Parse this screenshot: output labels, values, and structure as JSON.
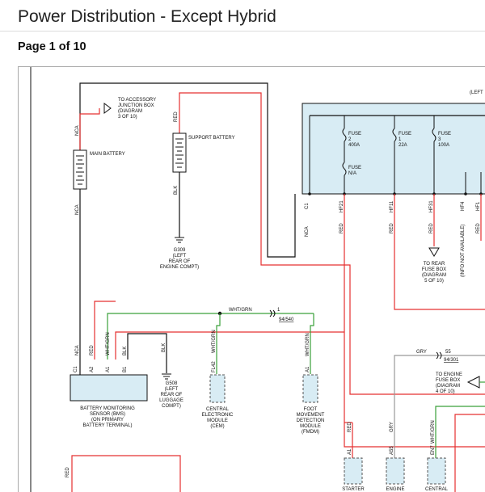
{
  "header": {
    "title": "Power Distribution - Except Hybrid",
    "page_label": "Page 1 of 10"
  },
  "colors": {
    "power_wire": "#e53030",
    "signal_wire": "#3aa13a",
    "ground_wire": "#111111",
    "gray_wire": "#999999",
    "module_fill": "#d8ecf4"
  },
  "diagram": {
    "accessory_ref": [
      "TO ACCESSORY",
      "JUNCTION BOX",
      "(DIAGRAM",
      "3 OF 10)"
    ],
    "main_battery": "MAIN BATTERY",
    "support_battery": "SUPPORT BATTERY",
    "left_label": "(LEFT",
    "wire_nca_1": "NCA",
    "wire_nca_2": "NCA",
    "wire_red_support": "RED",
    "wire_blk_support": "BLK",
    "ground_g309": [
      "G309",
      "(LEFT",
      "REAR OF",
      "ENGINE COMPT)"
    ],
    "fuses": [
      {
        "name": "FUSE",
        "num": "2",
        "rating": "400A"
      },
      {
        "name": "FUSE",
        "num": "1",
        "rating": "22A"
      },
      {
        "name": "FUSE",
        "num": "3",
        "rating": "100A"
      }
    ],
    "fuse_na": [
      "FUSE",
      "N/A"
    ],
    "box_pins": [
      "C1",
      "HF21",
      "HF11",
      "HF31",
      "HF4",
      "HF1"
    ],
    "box_wires": [
      "NCA",
      "RED",
      "RED",
      "RED",
      "RED"
    ],
    "rear_fuse_ref": [
      "TO REAR",
      "FUSE BOX",
      "(DIAGRAM",
      "5 OF 10)"
    ],
    "info_na": "(INFO NOT AVAILABLE)",
    "splice_wht_grn": "WHT/GRN",
    "connector_1": "1",
    "connector_94_540": "94/540",
    "bms_pins": [
      "C1",
      "A2",
      "A1",
      "B1"
    ],
    "bms_wires": [
      "NCA",
      "RED",
      "WHT/GRN",
      "BLK"
    ],
    "blk_wire": "BLK",
    "ground_g508": [
      "G508",
      "(LEFT",
      "REAR OF",
      "LUGGAGE",
      "COMPT)"
    ],
    "bms_label": [
      "BATTERY MONITORING",
      "SENSOR (BMS)",
      "(ON PRIMARY",
      "BATTERY TERMINAL)"
    ],
    "cem_pin": "FL42",
    "cem_wire": "WHT/GRN",
    "cem_label": [
      "CENTRAL",
      "ELECTRONIC",
      "MODULE",
      "(CEM)"
    ],
    "fmdm_pin": "A1",
    "fmdm_wire": "WHT/GRN",
    "fmdm_label": [
      "FOOT",
      "MOVEMENT",
      "DETECTION",
      "MODULE",
      "(FMDM)"
    ],
    "gry_wire": "GRY",
    "connector_55": "55",
    "connector_94_301": "94/301",
    "engine_fuse_ref": [
      "TO ENGINE",
      "FUSE BOX",
      "(DIAGRAM",
      "4 OF 10)"
    ],
    "bottom_pins": [
      "A1",
      "A55",
      "EN7"
    ],
    "bottom_wires": [
      "RED",
      "GRY",
      "WHT/GRN"
    ],
    "bottom_labels": [
      "STARTER",
      "ENGINE",
      "CENTRAL"
    ],
    "lower_left_wire": "RED"
  }
}
